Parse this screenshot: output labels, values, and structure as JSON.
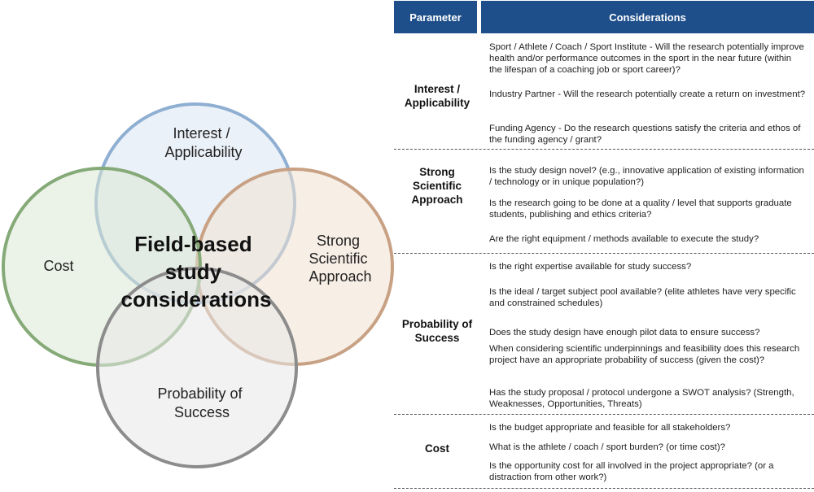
{
  "venn": {
    "center_lines": [
      "Field-based",
      "study",
      "considerations"
    ],
    "circles": [
      {
        "id": "interest",
        "lines": [
          "Interest /",
          "Applicability"
        ],
        "fill": "#dbe6f2",
        "stroke": "#8eaed2"
      },
      {
        "id": "strong",
        "lines": [
          "Strong",
          "Scientific",
          "Approach"
        ],
        "fill": "#f1e2d1",
        "stroke": "#c8a184"
      },
      {
        "id": "cost",
        "lines": [
          "Cost"
        ],
        "fill": "#dbe8d4",
        "stroke": "#85aa78"
      },
      {
        "id": "probability",
        "lines": [
          "Probability of",
          "Success"
        ],
        "fill": "#e7e7e7",
        "stroke": "#8c8c8c"
      }
    ]
  },
  "table": {
    "header": {
      "parameter": "Parameter",
      "considerations": "Considerations",
      "bg": "#1f4f8a"
    },
    "sections": [
      {
        "param_lines": [
          "Interest /",
          "Applicability"
        ],
        "items": [
          "Sport / Athlete / Coach / Sport Institute  - Will the research potentially improve health and/or performance outcomes in the sport in the near future (within the lifespan of a coaching job or sport career)?",
          "Industry Partner - Will the research potentially create a return on investment?",
          "Funding Agency - Do the research questions satisfy the criteria and ethos of the funding agency / grant?"
        ]
      },
      {
        "param_lines": [
          "Strong",
          "Scientific",
          "Approach"
        ],
        "items": [
          "Is the study design novel? (e.g., innovative application of existing information / technology or in unique population?)",
          "Is the research going to be done at a quality / level that supports graduate students, publishing and ethics criteria?",
          "Are the right equipment / methods  available to execute the study?"
        ]
      },
      {
        "param_lines": [
          "Probability of",
          "Success"
        ],
        "items": [
          "Is the right expertise available for study success?",
          "Is the ideal / target subject pool available?  (elite athletes have very specific and constrained schedules)",
          "Does the study design have enough pilot data to ensure success?",
          "When considering scientific underpinnings and feasibility does this research project have an appropriate probability of success (given the cost)?",
          "Has the study proposal / protocol undergone a SWOT analysis? (Strength, Weaknesses, Opportunities, Threats)"
        ]
      },
      {
        "param_lines": [
          "Cost"
        ],
        "items": [
          "Is the budget appropriate and feasible for all stakeholders?",
          "What is the athlete / coach / sport burden? (or time cost)?",
          "Is the opportunity cost for all involved in the project appropriate? (or a distraction from other work?)"
        ]
      }
    ]
  }
}
